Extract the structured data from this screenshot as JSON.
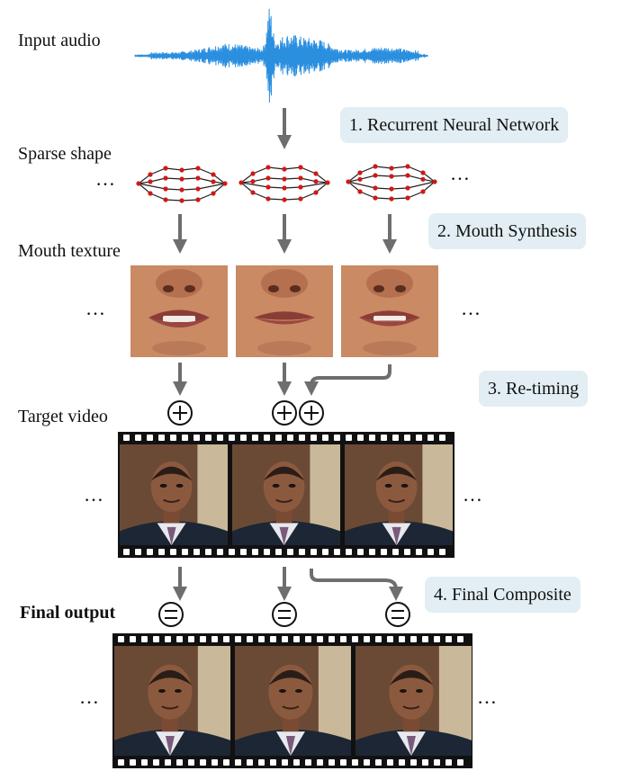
{
  "labels": {
    "input_audio": "Input audio",
    "sparse_shape": "Sparse shape",
    "mouth_texture": "Mouth texture",
    "target_video": "Target video",
    "final_output": "Final output"
  },
  "steps": [
    {
      "label": "1. Recurrent Neural Network"
    },
    {
      "label": "2. Mouth Synthesis"
    },
    {
      "label": "3. Re-timing"
    },
    {
      "label": "4. Final Composite"
    }
  ],
  "ellipsis": "…",
  "colors": {
    "waveform": "#2b8fe0",
    "arrow": "#6e6e6e",
    "landmark": "#d01818",
    "step_bg": "#e2eef3",
    "skin": "#c98a64",
    "film": "#111111",
    "suit": "#1d2634",
    "background": "#6b4a35"
  }
}
